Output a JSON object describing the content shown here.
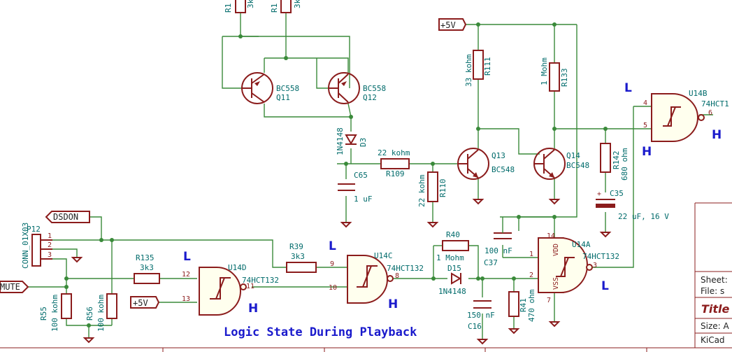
{
  "caption": "Logic State During Playback",
  "colors": {
    "wire": "#3a8a3a",
    "component": "#8b1c1c",
    "reference": "#006b6b",
    "annotation": "#1a1acc"
  },
  "net_labels": {
    "vcc_top": "+5V",
    "vcc_left": "+5V",
    "dsdon": "DSDON",
    "mute": "MUTE"
  },
  "connector": {
    "ref": "P12",
    "value": "CONN_01X03",
    "pins": [
      "1",
      "2",
      "3"
    ]
  },
  "resistors": {
    "r1a": {
      "ref": "R1",
      "value": "3k"
    },
    "r1b": {
      "ref": "R1",
      "value": "3k"
    },
    "r111": {
      "ref": "R111",
      "value": "33 kohm"
    },
    "r133": {
      "ref": "R133",
      "value": "1 Mohm"
    },
    "r142": {
      "ref": "R142",
      "value": "680 ohm"
    },
    "r109": {
      "ref": "R109",
      "value": "22 kohm"
    },
    "r110": {
      "ref": "R110",
      "value": "22 kohm"
    },
    "r135": {
      "ref": "R135",
      "value": "3k3"
    },
    "r39": {
      "ref": "R39",
      "value": "3k3"
    },
    "r40": {
      "ref": "R40",
      "value": "1 Mohm"
    },
    "r41": {
      "ref": "R41",
      "value": "470 ohm"
    },
    "r55": {
      "ref": "R55",
      "value": "100 kohm"
    },
    "r56": {
      "ref": "R56",
      "value": "100 kohm"
    }
  },
  "transistors": {
    "q11": {
      "ref": "Q11",
      "value": "BC558"
    },
    "q12": {
      "ref": "Q12",
      "value": "BC558"
    },
    "q13": {
      "ref": "Q13",
      "value": "BC548"
    },
    "q14": {
      "ref": "Q14",
      "value": "BC548"
    }
  },
  "diodes": {
    "d3": {
      "ref": "D3",
      "value": "1N4148"
    },
    "d15": {
      "ref": "D15",
      "value": "1N4148"
    }
  },
  "capacitors": {
    "c65": {
      "ref": "C65",
      "value": "1 uF"
    },
    "c35": {
      "ref": "C35",
      "value": "22 uF, 16 V"
    },
    "c37": {
      "ref": "C37",
      "value": "100 nF"
    },
    "c16": {
      "ref": "C16",
      "value": "150 nF"
    }
  },
  "gates": {
    "u14a": {
      "ref": "U14A",
      "value": "74HCT132",
      "pins": [
        "1",
        "2",
        "3",
        "14",
        "7"
      ],
      "vdd": "VDD",
      "vss": "VSS"
    },
    "u14b": {
      "ref": "U14B",
      "value": "74HCT1",
      "pins": [
        "4",
        "5",
        "6"
      ]
    },
    "u14c": {
      "ref": "U14C",
      "value": "74HCT132",
      "pins": [
        "9",
        "10",
        "8"
      ]
    },
    "u14d": {
      "ref": "U14D",
      "value": "74HCT132",
      "pins": [
        "12",
        "13",
        "11"
      ]
    }
  },
  "logic_states": {
    "u14b_in": "L",
    "u14b_out": "H",
    "q14_base": "H",
    "u14c_in": "L",
    "u14c_out": "H",
    "u14d_in": "L",
    "u14d_out": "H",
    "u14a_out": "L"
  },
  "title_block": {
    "sheet": "Sheet:",
    "file": "File: s",
    "title": "Title",
    "size": "Size: A",
    "kicad": "KiCad"
  }
}
